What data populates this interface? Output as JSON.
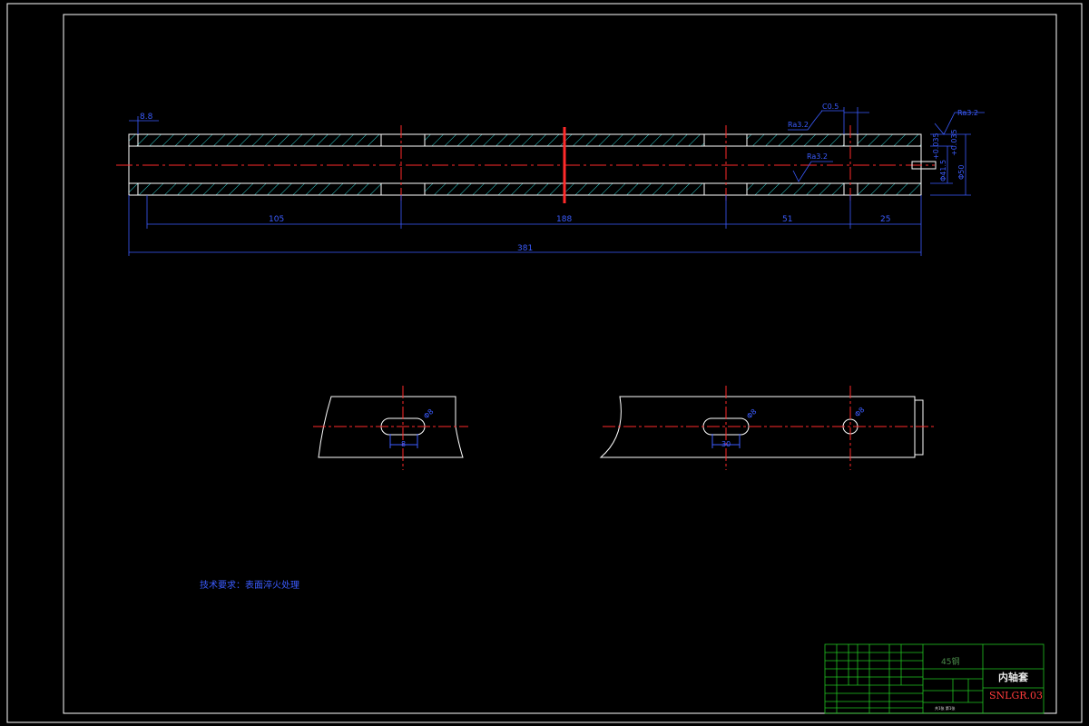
{
  "drawing": {
    "dimensions": {
      "offset_small": "8.8",
      "seg1": "105",
      "seg2": "188",
      "seg3": "51",
      "seg4": "25",
      "total": "381",
      "chamfer": "C0.5",
      "rough_left": "Ra3.2",
      "rough_center": "Ra3.2",
      "rough_right": "Ra3.2",
      "dia_inner": "Φ41.5",
      "tol_inner": "+0.035",
      "dia_outer": "Φ50",
      "tol_outer": "+0.035",
      "slot_width_left": "8",
      "slot_width_right": "30",
      "hole_left": "Φ8",
      "hole_mid": "Φ8",
      "hole_right": "Φ8"
    },
    "tech_note": "技术要求：表面淬火处理",
    "title_block": {
      "material": "45钢",
      "part_name": "内轴套",
      "drawing_code": "SNLGR.03",
      "scale_note": "共1张 第1张"
    }
  },
  "colors": {
    "outline": "#ffffff",
    "centerline": "#ff2a2a",
    "dimension": "#3b5cff",
    "hatch": "#2fd0d0",
    "titleblock": "#21c421"
  }
}
